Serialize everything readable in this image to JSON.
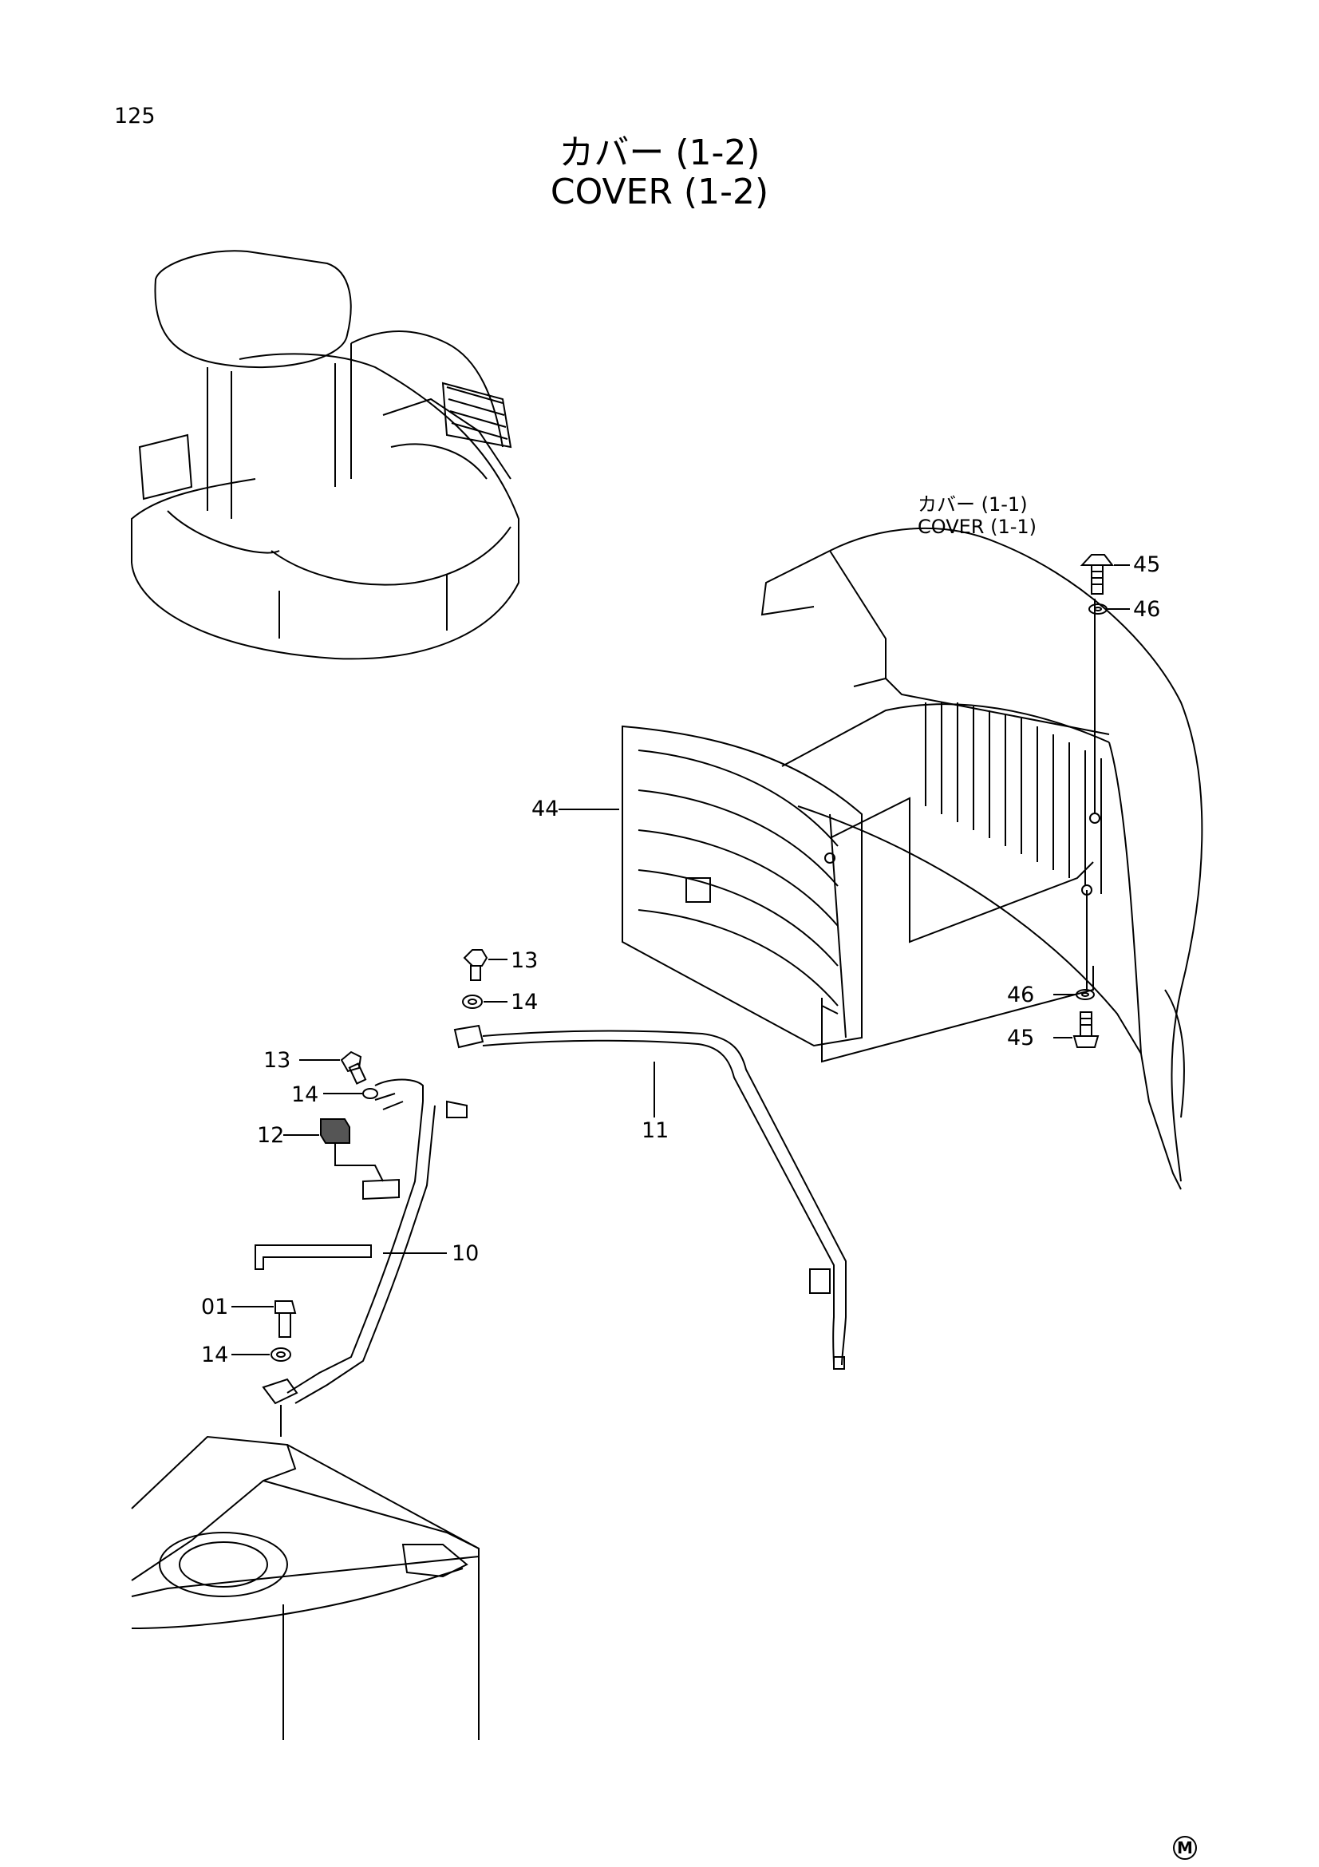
{
  "page": {
    "number": "125"
  },
  "title": {
    "jp": "カバー (1-2)",
    "en": "COVER (1-2)"
  },
  "reference": {
    "jp": "カバー (1-1)",
    "en": "COVER (1-1)"
  },
  "callouts": {
    "c45_top": "45",
    "c46_top": "46",
    "c44": "44",
    "c13_top": "13",
    "c14_top": "14",
    "c46_bottom": "46",
    "c45_bottom": "45",
    "c13_left": "13",
    "c14_left": "14",
    "c12": "12",
    "c11": "11",
    "c10": "10",
    "c01": "01",
    "c14_bottom": "14"
  },
  "manufacturer_mark": "M"
}
